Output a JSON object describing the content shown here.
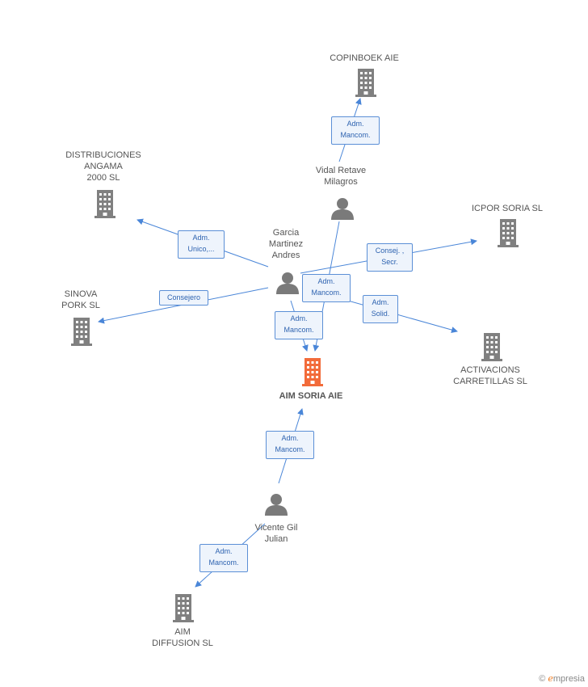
{
  "companies": {
    "copinboek": "COPINBOEK AIE",
    "distribuciones": "DISTRIBUCIONES\nANGAMA\n2000 SL",
    "icpor": "ICPOR SORIA SL",
    "sinova": "SINOVA\nPORK  SL",
    "activacions": "ACTIVACIONS\nCARRETILLAS SL",
    "aim_soria": "AIM SORIA AIE",
    "aim_diffusion": "AIM\nDIFFUSION SL"
  },
  "persons": {
    "vidal": "Vidal Retave\nMilagros",
    "garcia": "Garcia\nMartinez\nAndres",
    "vicente": "Vicente Gil\nJulian"
  },
  "relations": {
    "vidal_copinboek": "Adm.\nMancom.",
    "garcia_distribuciones": "Adm.\nUnico,...",
    "garcia_icpor": "Consej. ,\nSecr.",
    "garcia_aim_1": "Adm.\nMancom.",
    "garcia_activacions": "Adm.\nSolid.",
    "garcia_sinova": "Consejero",
    "garcia_aim_2": "Adm.\nMancom.",
    "vicente_aim": "Adm.\nMancom.",
    "vicente_diffusion": "Adm.\nMancom."
  },
  "colors": {
    "edge": "#4a86d8",
    "building": "#808080",
    "focus": "#f26b3a",
    "person": "#7a7a7a"
  },
  "brand": {
    "symbol": "©",
    "name": "mpresia",
    "initial": "e"
  }
}
